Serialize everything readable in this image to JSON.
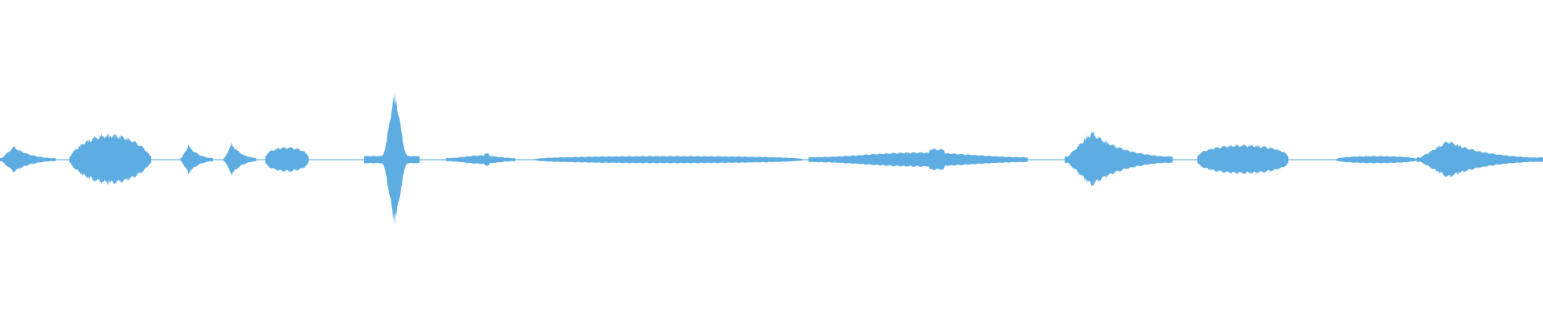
{
  "waveform": {
    "color": "#5DADE2",
    "background": "#FFFFFF",
    "segments": [
      {
        "start": 0.0,
        "end": 0.036,
        "peak": 0.18,
        "shape": "attack"
      },
      {
        "start": 0.045,
        "end": 0.098,
        "peak": 0.34,
        "shape": "swell"
      },
      {
        "start": 0.117,
        "end": 0.138,
        "peak": 0.2,
        "shape": "attack"
      },
      {
        "start": 0.145,
        "end": 0.166,
        "peak": 0.22,
        "shape": "attack"
      },
      {
        "start": 0.172,
        "end": 0.2,
        "peak": 0.17,
        "shape": "flat"
      },
      {
        "start": 0.236,
        "end": 0.272,
        "peak": 0.86,
        "shape": "spike"
      },
      {
        "start": 0.289,
        "end": 0.334,
        "peak": 0.06,
        "shape": "bump"
      },
      {
        "start": 0.347,
        "end": 0.52,
        "peak": 0.05,
        "shape": "flat"
      },
      {
        "start": 0.524,
        "end": 0.666,
        "peak": 0.1,
        "shape": "bump"
      },
      {
        "start": 0.69,
        "end": 0.76,
        "peak": 0.38,
        "shape": "attack"
      },
      {
        "start": 0.776,
        "end": 0.835,
        "peak": 0.2,
        "shape": "flat"
      },
      {
        "start": 0.866,
        "end": 0.918,
        "peak": 0.05,
        "shape": "flat"
      },
      {
        "start": 0.918,
        "end": 1.0,
        "peak": 0.26,
        "shape": "attack"
      }
    ]
  }
}
